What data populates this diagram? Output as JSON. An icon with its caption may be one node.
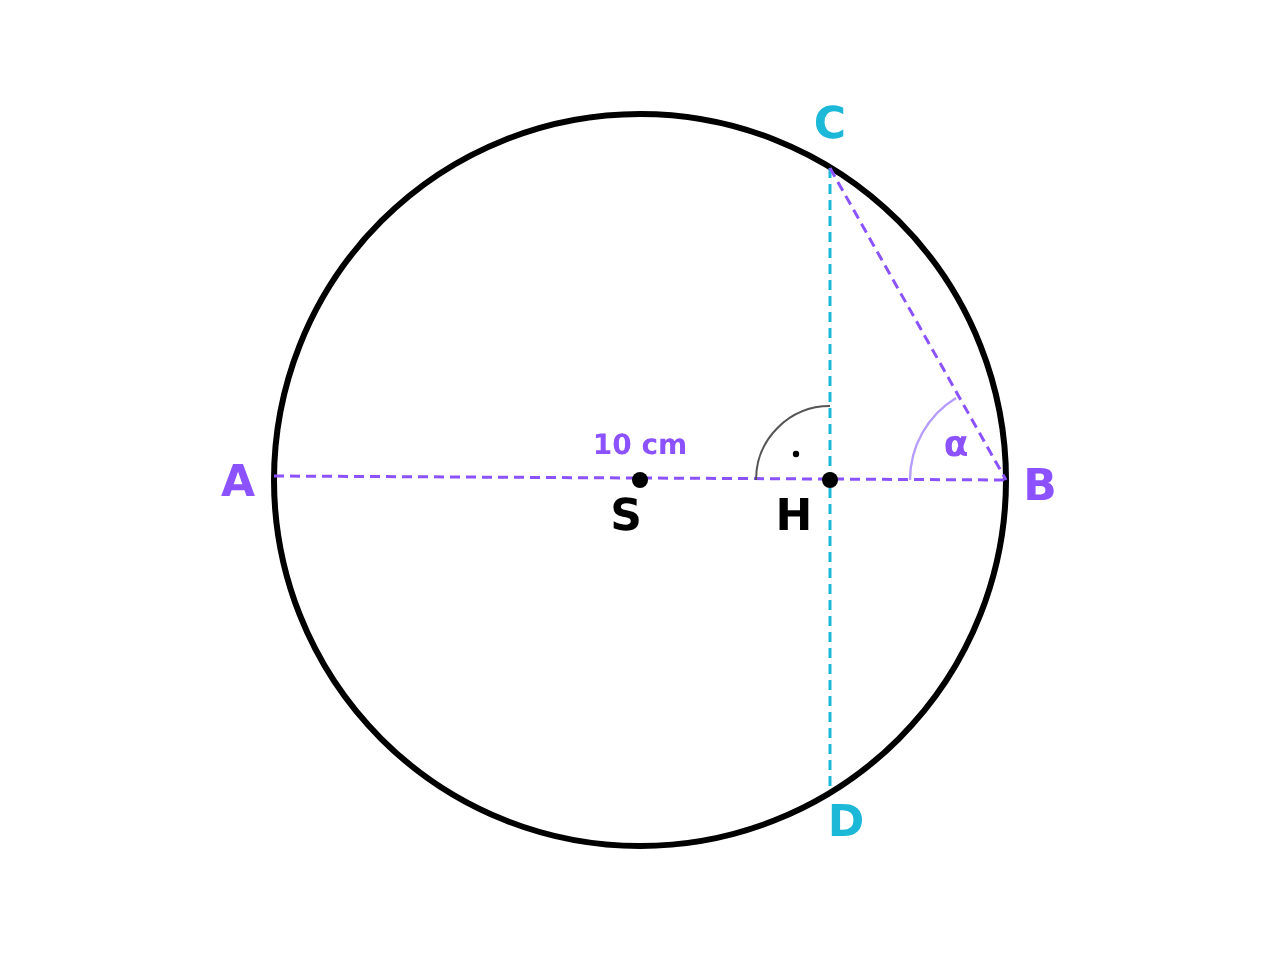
{
  "diagram": {
    "labels": [
      "C",
      "10 cm",
      "α",
      "A",
      "B",
      "S",
      "H",
      "D"
    ]
  }
}
